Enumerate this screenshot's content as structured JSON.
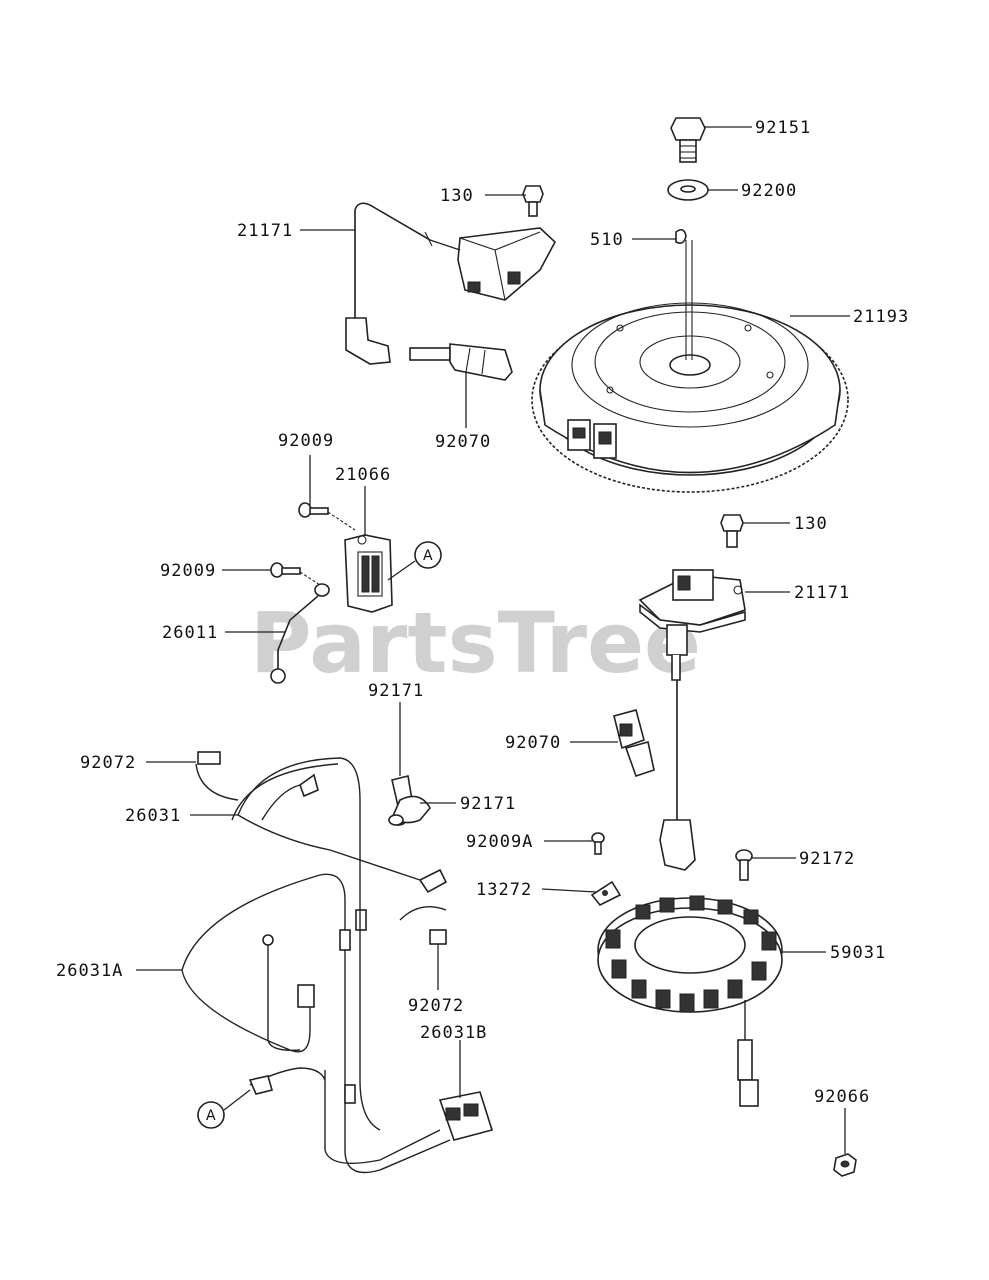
{
  "watermark": "PartsTree",
  "callout_letter": "A",
  "labels": {
    "p92151": "92151",
    "p92200": "92200",
    "p510": "510",
    "p130a": "130",
    "p21171a": "21171",
    "p21193": "21193",
    "p92070a": "92070",
    "p92009a": "92009",
    "p21066": "21066",
    "p92009b": "92009",
    "p26011": "26011",
    "p130b": "130",
    "p21171b": "21171",
    "p92171a": "92171",
    "p92072a": "92072",
    "p92070b": "92070",
    "p26031": "26031",
    "p92171b": "92171",
    "p92009A": "92009A",
    "p92172": "92172",
    "p13272": "13272",
    "p59031": "59031",
    "p26031A": "26031A",
    "p92072b": "92072",
    "p26031B": "26031B",
    "p92066": "92066"
  }
}
